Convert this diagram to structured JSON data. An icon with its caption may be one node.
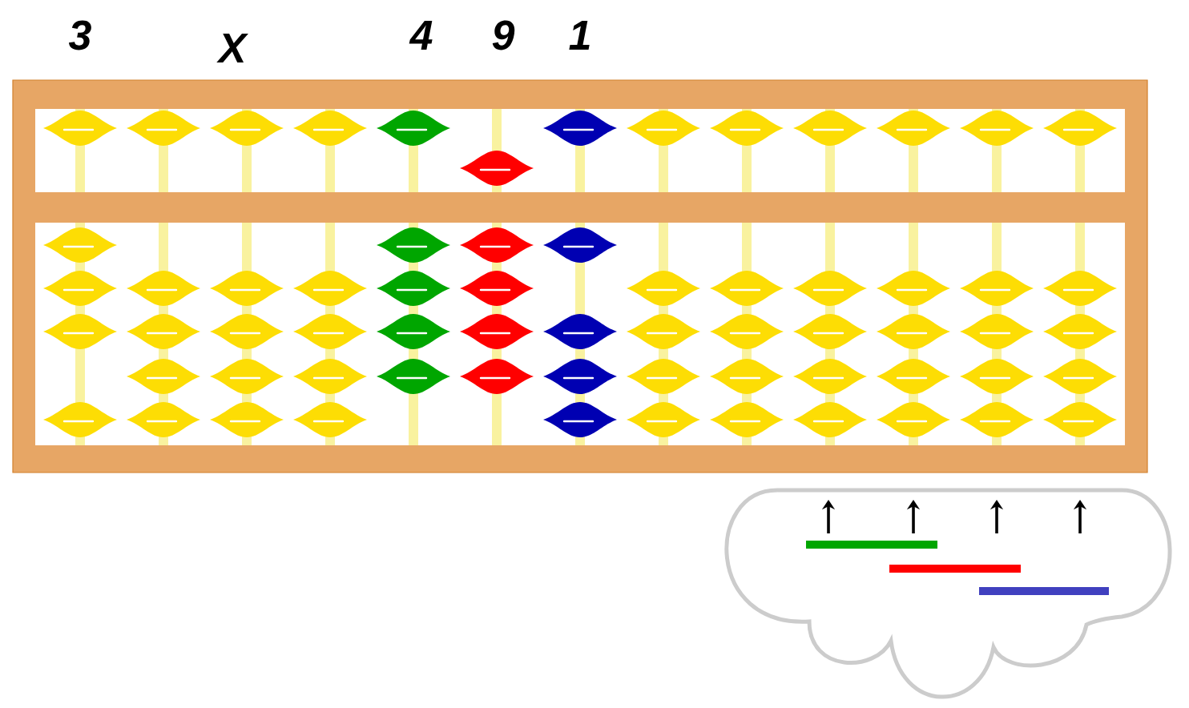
{
  "diagram": {
    "labels": [
      "3",
      "X",
      "4",
      "9",
      "1"
    ]
  }
}
